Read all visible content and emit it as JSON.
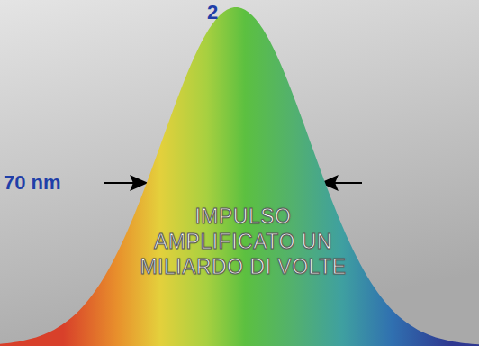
{
  "diagram": {
    "nodes": [
      {
        "text": [
          "IMPULSO AMPLIFICATO UN MILIARDO DI VOLTE"
        ]
      }
    ],
    "labels": [
      "2",
      "70 nm"
    ]
  }
}
